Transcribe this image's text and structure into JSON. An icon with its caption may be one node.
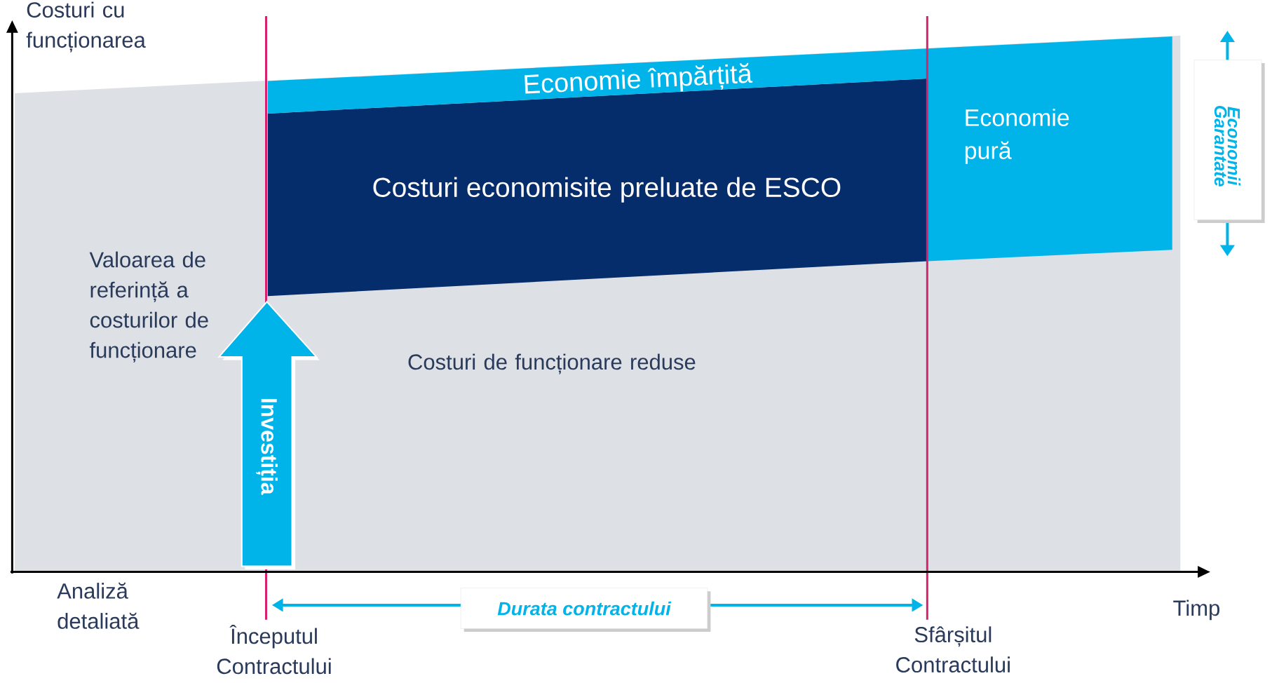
{
  "diagram": {
    "nodes": [
      {
        "text": [
          "Economie împărțită"
        ]
      },
      {
        "text": [
          "Costuri economisite preluate de ESCO"
        ]
      },
      {
        "text": [
          "Economie pură"
        ]
      },
      {
        "text": [
          "Investiția"
        ]
      },
      {
        "text": [
          "Economii Garantate"
        ]
      }
    ],
    "labels": [
      "Costuri cu funcționarea",
      "Valoarea de referință a costurilor de funcționare",
      "Costuri de funcționare reduse",
      "Analiză detaliată",
      "Începutul Contractului",
      "Durata contractului",
      "Sfârșitul Contractului",
      "Timp"
    ]
  }
}
